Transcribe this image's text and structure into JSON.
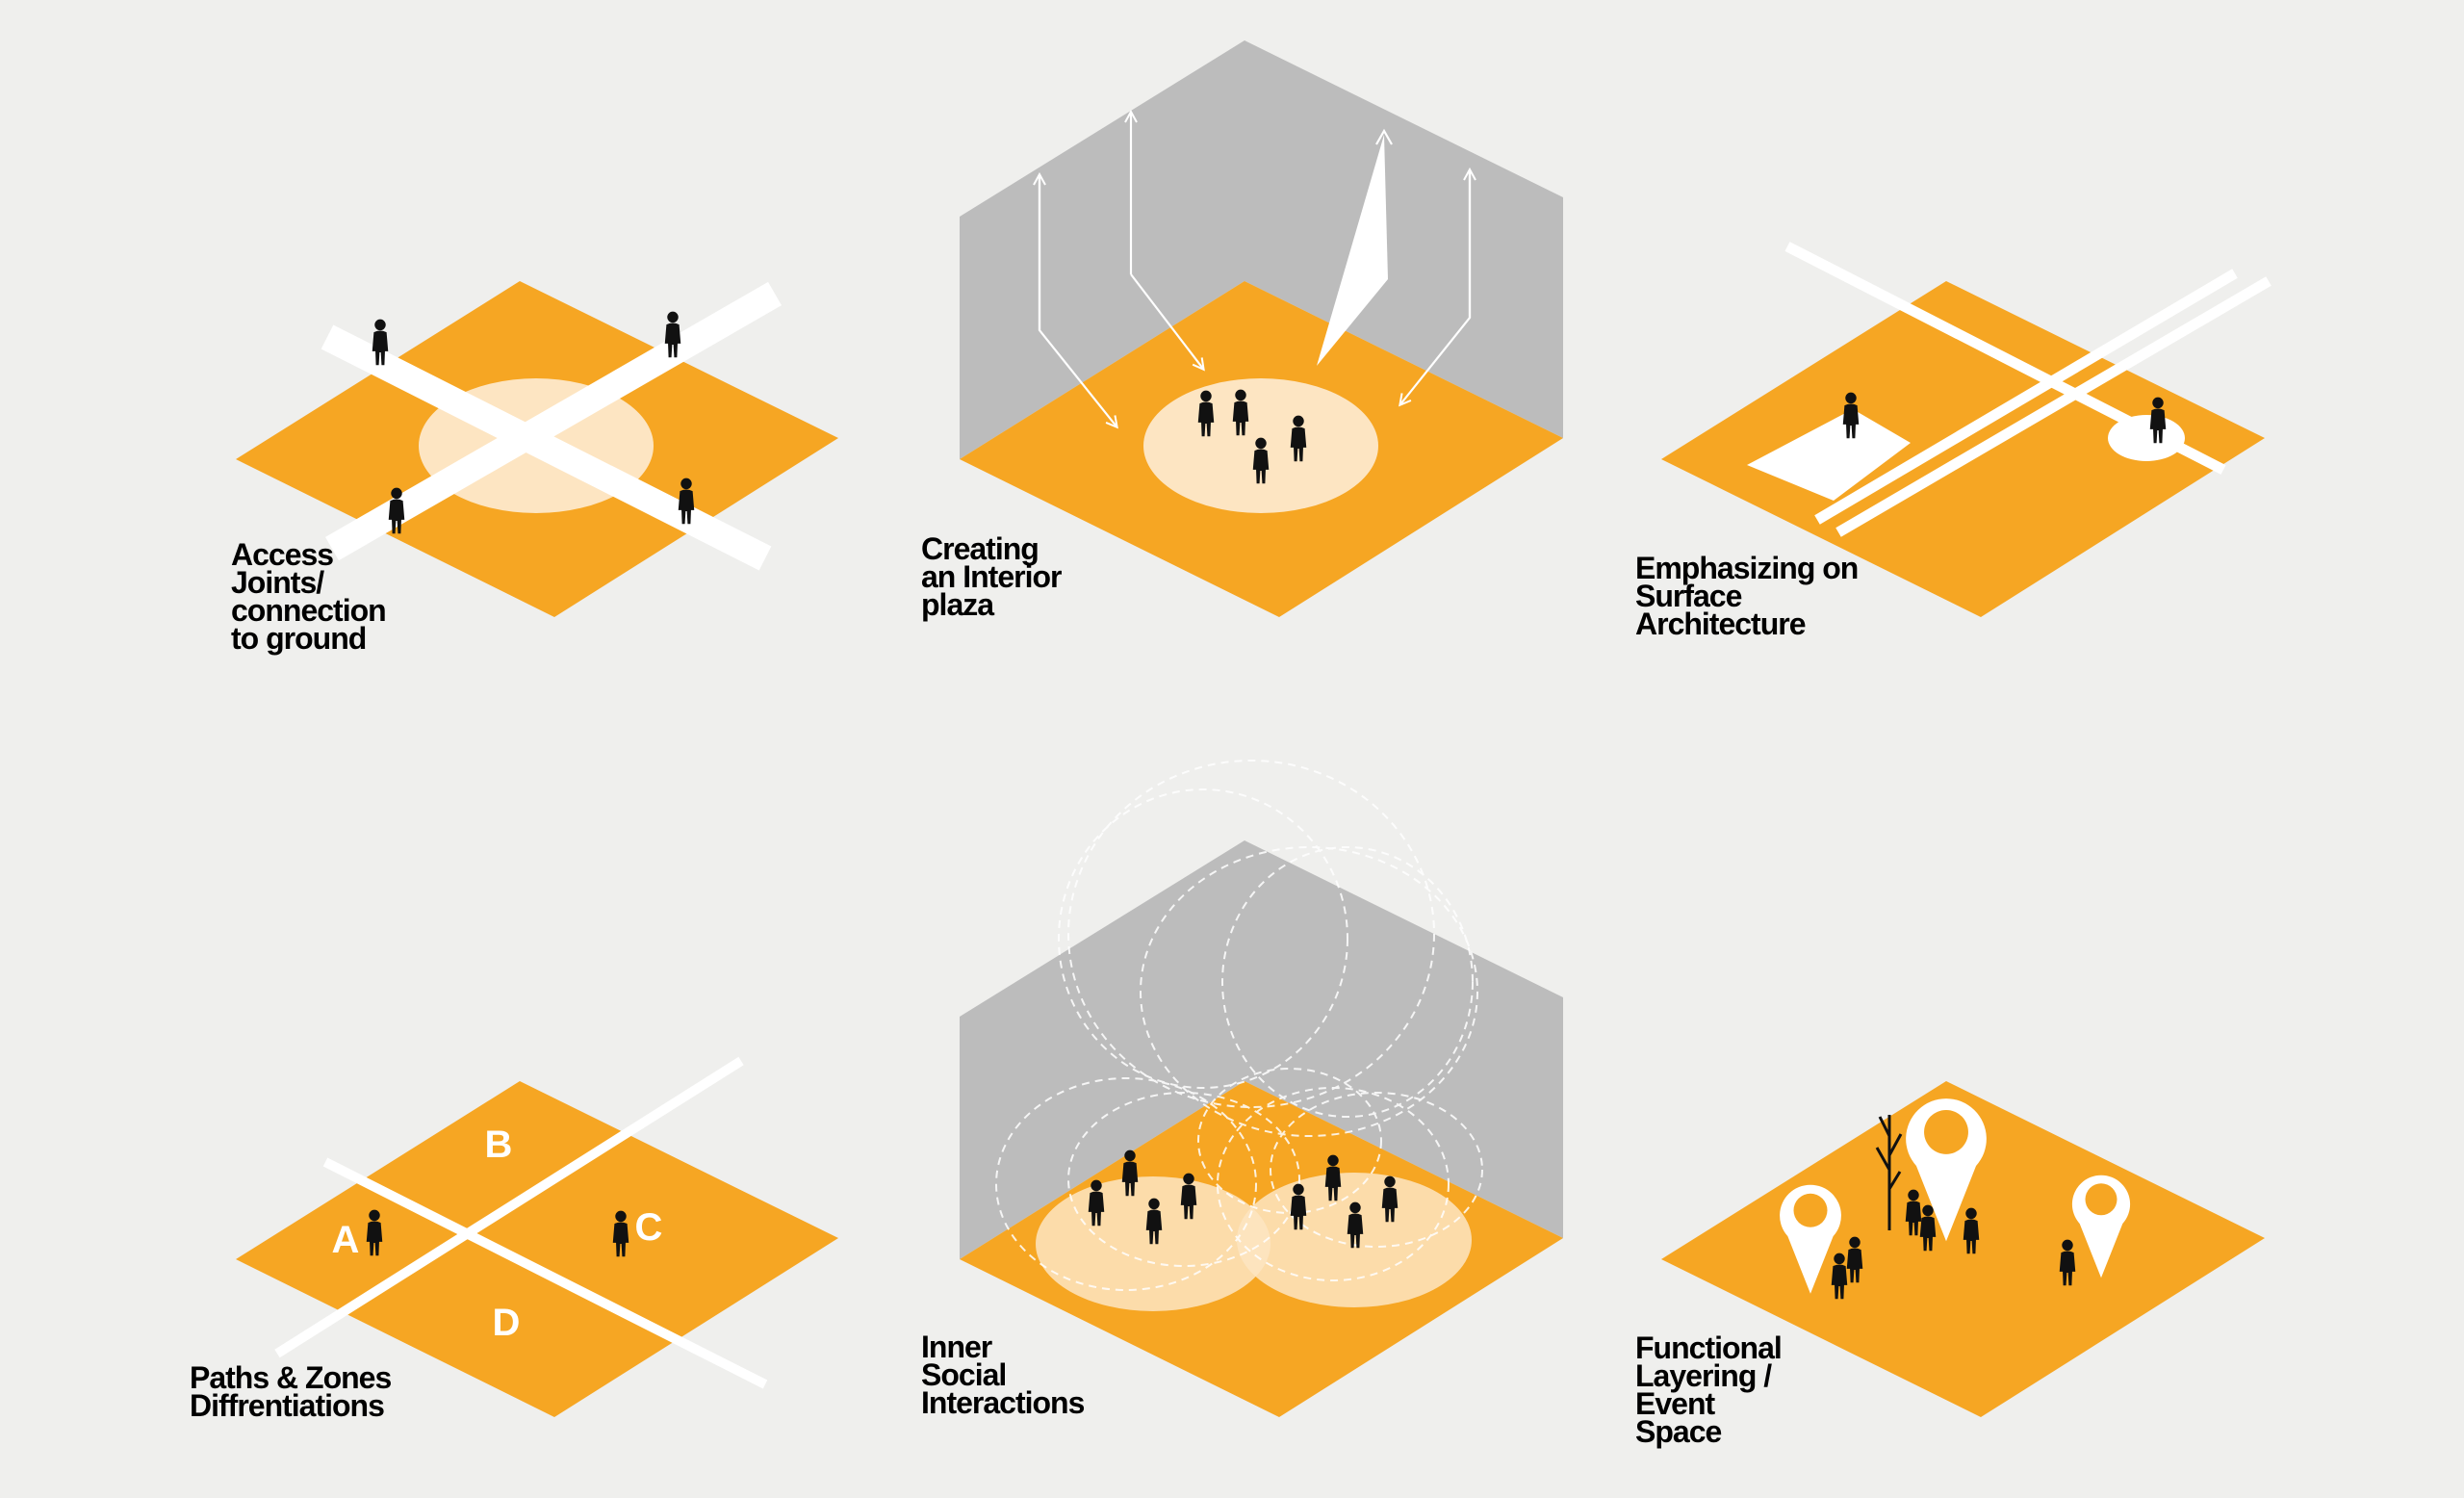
{
  "colors": {
    "background": "#efefed",
    "floor": "#f6a623",
    "wall": "#bcbcbc",
    "plaza": "#fde5c2",
    "path": "#ffffff",
    "figure": "#111111"
  },
  "icons": [
    "person-figure-icon",
    "map-pin-icon",
    "bare-tree-icon",
    "arrow-icon"
  ],
  "panels": [
    {
      "key": "access",
      "caption": [
        "Access",
        "Joints/",
        "connection",
        "to ground"
      ]
    },
    {
      "key": "plaza",
      "caption": [
        "Creating",
        "an Interior",
        "plaza"
      ]
    },
    {
      "key": "surface",
      "caption": [
        "Emphasizing on",
        "Surface",
        "Architecture"
      ]
    },
    {
      "key": "zones",
      "caption": [
        "Paths & Zones",
        "Diffrentiations"
      ],
      "zone_labels": [
        "A",
        "B",
        "C",
        "D"
      ]
    },
    {
      "key": "social",
      "caption": [
        "Inner",
        "Social",
        "Interactions"
      ]
    },
    {
      "key": "event",
      "caption": [
        "Functional",
        "Layering /",
        "Event",
        "Space"
      ]
    }
  ]
}
